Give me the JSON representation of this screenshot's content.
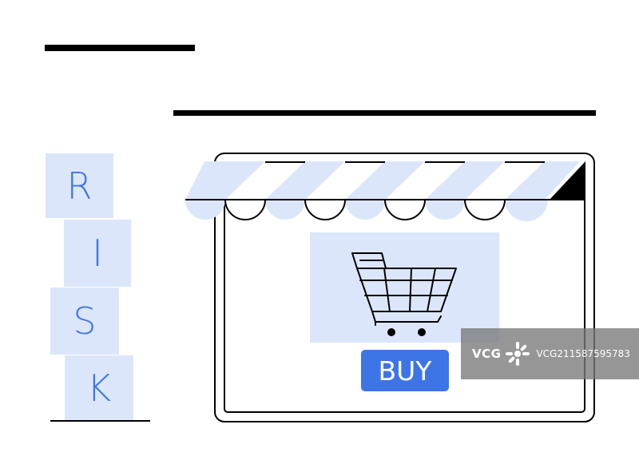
{
  "risk_letters": [
    "R",
    "I",
    "S",
    "K"
  ],
  "button": {
    "label": "BUY"
  },
  "watermark": {
    "brand": "VCG",
    "id": "VCG211587595783"
  },
  "colors": {
    "accent": "#3d75e6",
    "tint": "#dce6fa",
    "stroke": "#000000",
    "background": "#ffffff"
  },
  "icons": [
    "shopping-cart-icon",
    "awning",
    "vcg-logo-icon"
  ]
}
